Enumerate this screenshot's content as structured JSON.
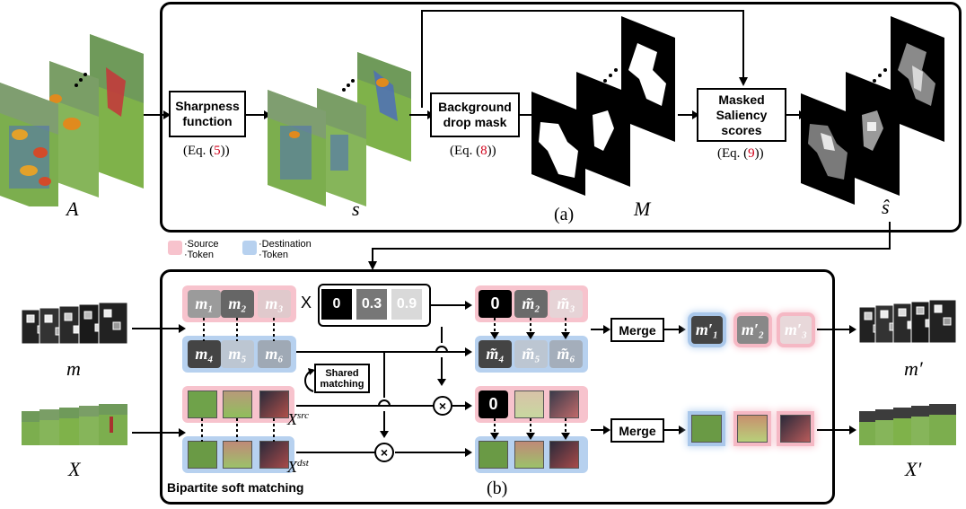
{
  "panel_a": {
    "label": "(a)",
    "sharpness_box": "Sharpness function",
    "sharpness_eq_pre": "(Eq. (",
    "sharpness_eq_num": "5",
    "sharpness_eq_post": "))",
    "bg_box": "Background drop mask",
    "bg_eq_pre": "(Eq. (",
    "bg_eq_num": "8",
    "bg_eq_post": "))",
    "masked_box": "Masked Saliency scores",
    "masked_eq_pre": "(Eq. (",
    "masked_eq_num": "9",
    "masked_eq_post": "))",
    "label_A": "A",
    "label_s": "s",
    "label_M": "M",
    "label_shat": "ŝ"
  },
  "legend": {
    "source_dot": "·",
    "source_line1": "Source",
    "source_line2": "Token",
    "dest_dot": "·",
    "dest_line1": "Destination",
    "dest_line2": "Token"
  },
  "panel_b": {
    "label": "(b)",
    "title": "Bipartite soft matching",
    "shared_matching": "Shared matching",
    "times_symbol": "X",
    "merge_1": "Merge",
    "merge_2": "Merge",
    "label_m": "m",
    "label_X": "X",
    "label_m_prime": "m′",
    "label_X_prime": "X′",
    "label_xsrc": "X",
    "label_xsrc_sup": "src",
    "label_xdst": "X",
    "label_xdst_sup": "dst",
    "otimes": "×",
    "tokens_src": [
      "m₁",
      "m₂",
      "m₃"
    ],
    "tokens_dst": [
      "m₄",
      "m₅",
      "m₆"
    ],
    "scores": [
      "0",
      "0.3",
      "0.9"
    ],
    "weighted_src": [
      "0",
      "m̃₂",
      "m̃₃"
    ],
    "weighted_dst": [
      "m̃₄",
      "m̃₅",
      "m̃₆"
    ],
    "merged": [
      "m′₁",
      "m′₂",
      "m′₃"
    ],
    "img_weighted_first": "0"
  },
  "colors": {
    "source": "#f7c3cd",
    "destination": "#b7d1ef",
    "eq_ref": "#d0021b"
  }
}
